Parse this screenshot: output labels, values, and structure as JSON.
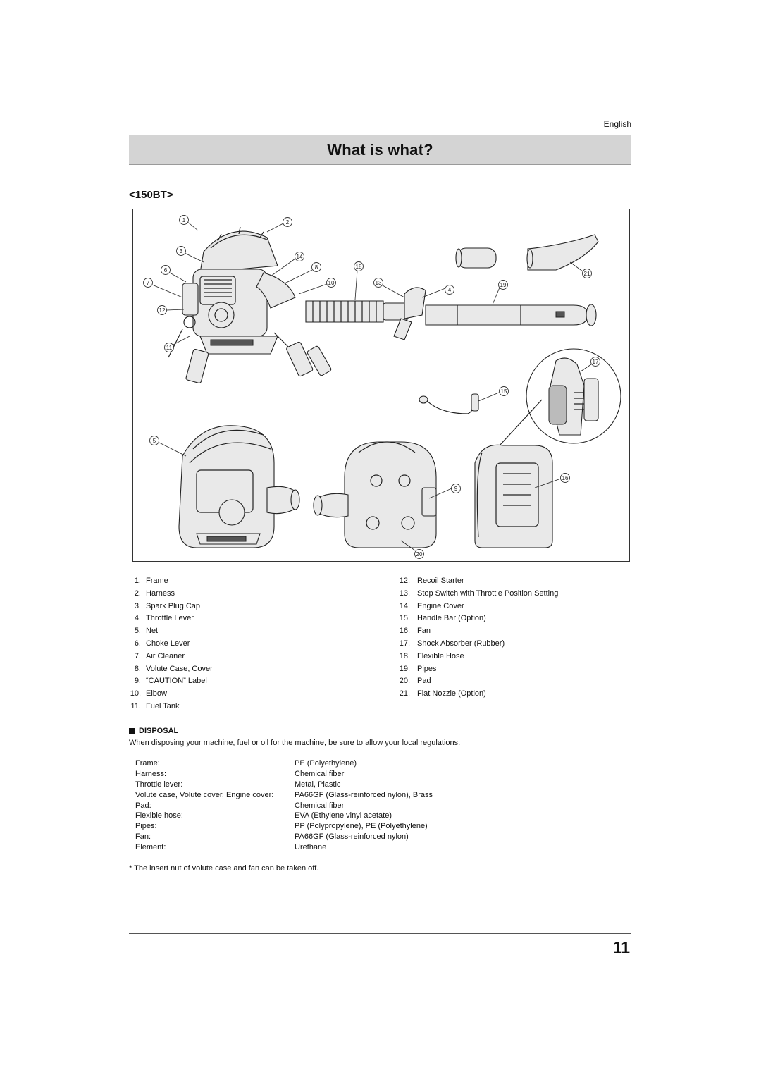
{
  "header": {
    "language": "English",
    "title": "What is what?"
  },
  "model_label": "<150BT>",
  "figure": {
    "callouts": [
      "1",
      "2",
      "3",
      "4",
      "5",
      "6",
      "7",
      "8",
      "9",
      "10",
      "11",
      "12",
      "13",
      "14",
      "15",
      "16",
      "17",
      "18",
      "19",
      "20",
      "21"
    ]
  },
  "parts_left": [
    {
      "num": "1.",
      "name": "Frame"
    },
    {
      "num": "2.",
      "name": "Harness"
    },
    {
      "num": "3.",
      "name": "Spark Plug Cap"
    },
    {
      "num": "4.",
      "name": "Throttle Lever"
    },
    {
      "num": "5.",
      "name": "Net"
    },
    {
      "num": "6.",
      "name": "Choke Lever"
    },
    {
      "num": "7.",
      "name": "Air Cleaner"
    },
    {
      "num": "8.",
      "name": "Volute Case, Cover"
    },
    {
      "num": "9.",
      "name": "“CAUTION” Label"
    },
    {
      "num": "10.",
      "name": "Elbow"
    },
    {
      "num": "11.",
      "name": "Fuel Tank"
    }
  ],
  "parts_right": [
    {
      "num": "12.",
      "name": "Recoil Starter"
    },
    {
      "num": "13.",
      "name": "Stop Switch with Throttle Position Setting"
    },
    {
      "num": "14.",
      "name": "Engine Cover"
    },
    {
      "num": "15.",
      "name": "Handle Bar (Option)"
    },
    {
      "num": "16.",
      "name": "Fan"
    },
    {
      "num": "17.",
      "name": "Shock Absorber (Rubber)"
    },
    {
      "num": "18.",
      "name": "Flexible Hose"
    },
    {
      "num": "19.",
      "name": "Pipes"
    },
    {
      "num": "20.",
      "name": "Pad"
    },
    {
      "num": "21.",
      "name": "Flat Nozzle (Option)"
    }
  ],
  "disposal": {
    "heading": "DISPOSAL",
    "intro": "When disposing your machine, fuel or oil for the machine, be sure to allow your local regulations.",
    "materials": [
      {
        "part": "Frame:",
        "material": "PE (Polyethylene)"
      },
      {
        "part": "Harness:",
        "material": "Chemical fiber"
      },
      {
        "part": "Throttle lever:",
        "material": "Metal, Plastic"
      },
      {
        "part": "Volute case, Volute cover, Engine cover:",
        "material": "PA66GF (Glass-reinforced nylon), Brass"
      },
      {
        "part": "Pad:",
        "material": "Chemical fiber"
      },
      {
        "part": "Flexible hose:",
        "material": "EVA (Ethylene vinyl acetate)"
      },
      {
        "part": "Pipes:",
        "material": "PP (Polypropylene), PE (Polyethylene)"
      },
      {
        "part": "Fan:",
        "material": "PA66GF (Glass-reinforced nylon)"
      },
      {
        "part": "Element:",
        "material": "Urethane"
      }
    ],
    "footnote": "* The insert nut of volute case and fan can be taken off."
  },
  "page_number": "11"
}
